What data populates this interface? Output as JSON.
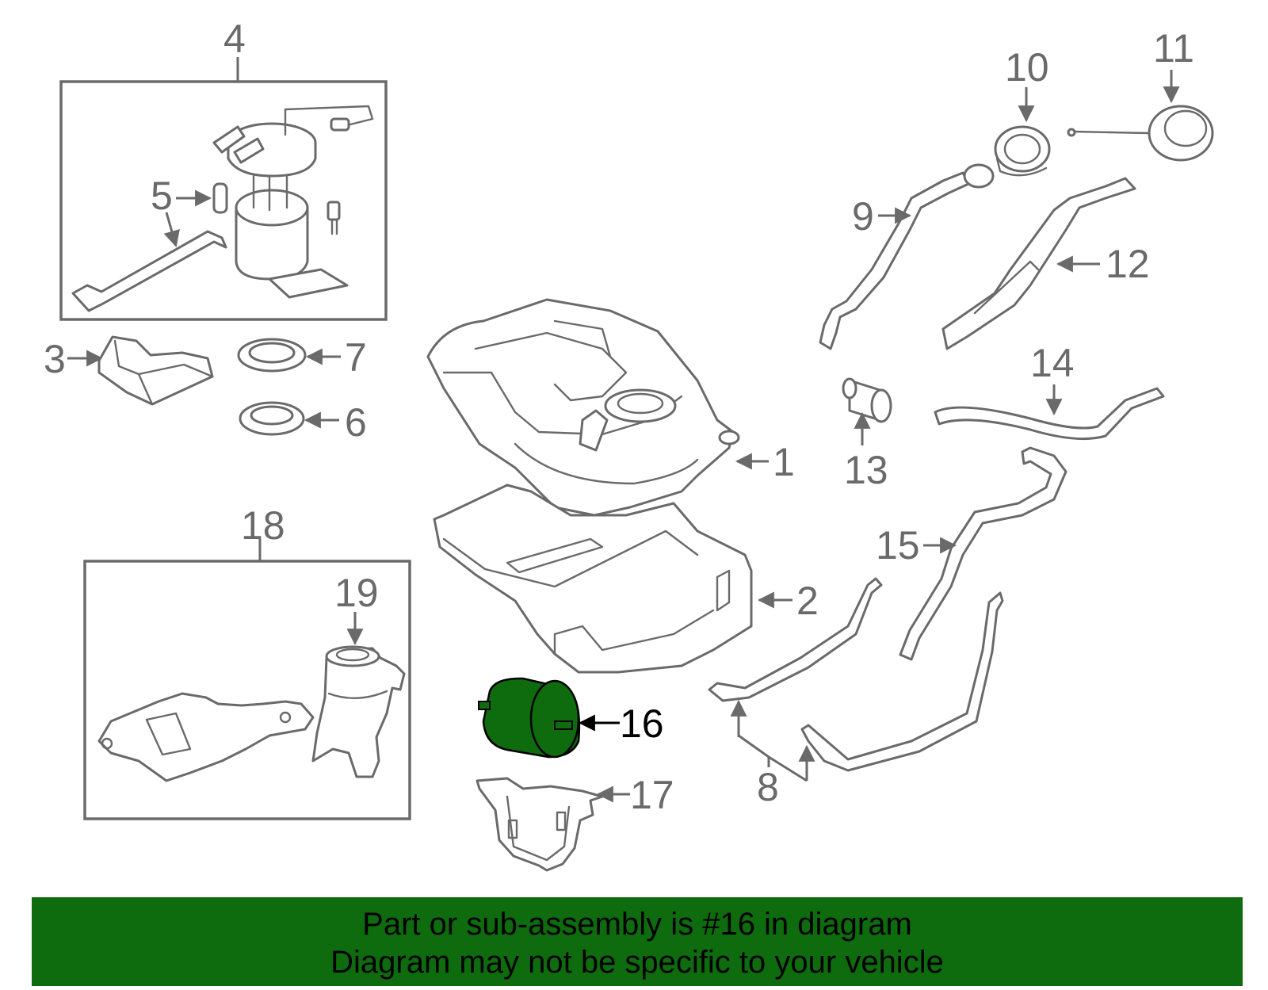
{
  "callouts": {
    "c1": "1",
    "c2": "2",
    "c3": "3",
    "c4": "4",
    "c5": "5",
    "c6": "6",
    "c7": "7",
    "c8": "8",
    "c9": "9",
    "c10": "10",
    "c11": "11",
    "c12": "12",
    "c13": "13",
    "c14": "14",
    "c15": "15",
    "c16": "16",
    "c17": "17",
    "c18": "18",
    "c19": "19"
  },
  "highlight": {
    "part": "16",
    "color": "#0e6b0e"
  },
  "banner": {
    "line1": "Part or sub-assembly is #16 in diagram",
    "line2": "Diagram may not be specific to your vehicle",
    "background": "#0e6b0e"
  }
}
